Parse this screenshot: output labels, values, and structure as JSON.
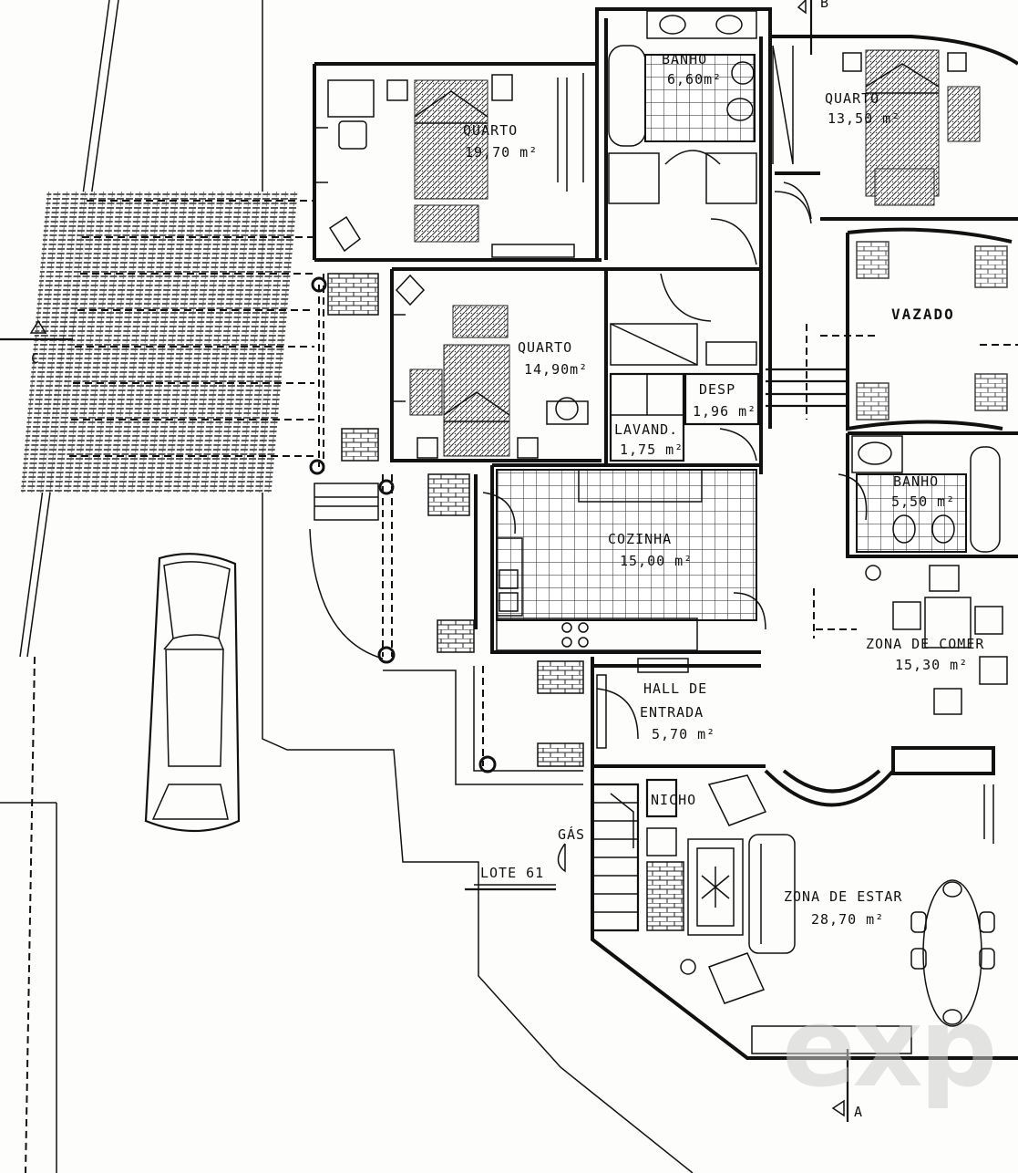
{
  "rooms": {
    "quarto1": {
      "name": "QUARTO",
      "area": "19,70 m²"
    },
    "banho1": {
      "name": "BANHO",
      "area": "6,60m²"
    },
    "quarto2": {
      "name": "QUARTO",
      "area": "13,50 m²"
    },
    "vazado": {
      "name": "VAZADO"
    },
    "quarto3": {
      "name": "QUARTO",
      "area": "14,90m²"
    },
    "desp": {
      "name": "DESP",
      "area": "1,96 m²"
    },
    "lavand": {
      "name": "LAVAND.",
      "area": "1,75 m²"
    },
    "banho2": {
      "name": "BANHO",
      "area": "5,50 m²"
    },
    "cozinha": {
      "name": "COZINHA",
      "area": "15,00 m²"
    },
    "zona_comer": {
      "name": "ZONA DE COMER",
      "area": "15,30 m²"
    },
    "hall": {
      "name_line1": "HALL DE",
      "name_line2": "ENTRADA",
      "area": "5,70 m²"
    },
    "nicho": {
      "name": "NICHO"
    },
    "zona_estar": {
      "name": "ZONA DE ESTAR",
      "area": "28,70 m²"
    }
  },
  "annotations": {
    "gas": "GÁS",
    "lote": "LOTE 61",
    "section_c": "C",
    "section_a": "A",
    "section_b": "B"
  },
  "watermark": "exp"
}
